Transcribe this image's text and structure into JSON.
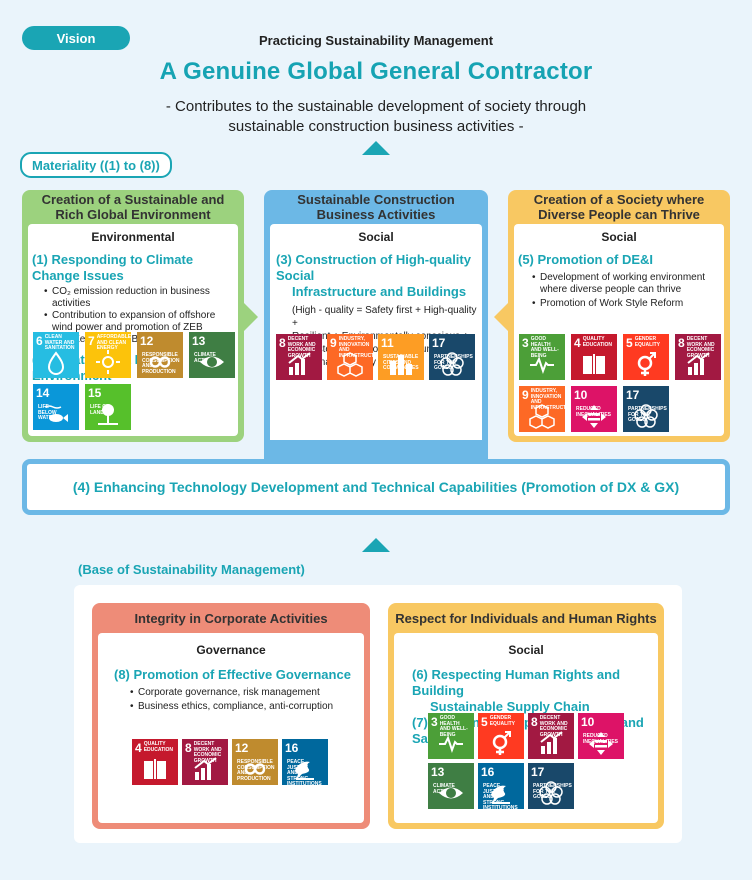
{
  "header": {
    "vision_label": "Vision",
    "practicing": "Practicing Sustainability Management",
    "title": "A Genuine Global General Contractor",
    "subtitle_line1": "- Contributes to the sustainable development of society through",
    "subtitle_line2": "sustainable construction business activities -"
  },
  "materiality_label": "Materiality ((1) to (8))",
  "blocks": {
    "environment": {
      "title_line1": "Creation of a Sustainable and",
      "title_line2": "Rich Global Environment",
      "category": "Environmental",
      "item1_title": "(1) Responding to Climate Change Issues",
      "item1_bullet1": "CO₂ emission reduction in business activities",
      "item1_bullet2_line1": "Contribution to expansion of offshore",
      "item1_bullet2_line2": "wind power and promotion of ZEB",
      "item1_bullet2_line3": "(Net Zero Energy Building)",
      "item2_title": "(2) Creation of a Rich Environment",
      "sdgs": [
        {
          "num": "6",
          "label": "Clean water and sanitation",
          "color": "#26bde2",
          "icon": "water-icon"
        },
        {
          "num": "7",
          "label": "Affordable and clean energy",
          "color": "#fcc30b",
          "icon": "sun-icon"
        },
        {
          "num": "12",
          "label": "Responsible consumption and production",
          "color": "#bf8b2e",
          "icon": "infinity-icon"
        },
        {
          "num": "13",
          "label": "Climate action",
          "color": "#3f7e44",
          "icon": "eye-globe-icon"
        },
        {
          "num": "14",
          "label": "Life below water",
          "color": "#0a97d9",
          "icon": "fish-icon"
        },
        {
          "num": "15",
          "label": "Life on land",
          "color": "#56c02b",
          "icon": "tree-icon"
        }
      ]
    },
    "construction": {
      "title_line1": "Sustainable Construction",
      "title_line2": "Business Activities",
      "category": "Social",
      "item_title_line1": "(3) Construction of High-quality Social",
      "item_title_line2": "Infrastructure and Buildings",
      "desc_line1": "(High - quality = Safety first + High-quality +",
      "desc_line2": "Resilient + Environmentally conscious +",
      "desc_line3": "Coexistence with local communities +",
      "desc_line4": "Sustainable supply chain)",
      "sdgs": [
        {
          "num": "8",
          "label": "Decent work and economic growth",
          "color": "#a21942",
          "icon": "growth-icon"
        },
        {
          "num": "9",
          "label": "Industry, innovation and infrastructure",
          "color": "#fd6925",
          "icon": "cubes-icon"
        },
        {
          "num": "11",
          "label": "Sustainable cities and communities",
          "color": "#fd9d24",
          "icon": "city-icon"
        },
        {
          "num": "17",
          "label": "Partnerships for the goals",
          "color": "#19486a",
          "icon": "flower-icon"
        }
      ]
    },
    "society": {
      "title_line1": "Creation of a Society where",
      "title_line2": "Diverse People can Thrive",
      "category": "Social",
      "item_title": "(5) Promotion of DE&I",
      "bullet1_line1": "Development of working environment",
      "bullet1_line2": "where diverse people can thrive",
      "bullet2": "Promotion of Work Style Reform",
      "sdgs": [
        {
          "num": "3",
          "label": "Good health and well-being",
          "color": "#4c9f38",
          "icon": "heartbeat-icon"
        },
        {
          "num": "4",
          "label": "Quality education",
          "color": "#c5192d",
          "icon": "book-icon"
        },
        {
          "num": "5",
          "label": "Gender equality",
          "color": "#ff3a21",
          "icon": "gender-icon"
        },
        {
          "num": "8",
          "label": "Decent work and economic growth",
          "color": "#a21942",
          "icon": "growth-icon"
        },
        {
          "num": "9",
          "label": "Industry, innovation and infrastructure",
          "color": "#fd6925",
          "icon": "cubes-icon"
        },
        {
          "num": "10",
          "label": "Reduced inequalities",
          "color": "#dd1367",
          "icon": "equality-icon"
        },
        {
          "num": "17",
          "label": "Partnerships for the goals",
          "color": "#19486a",
          "icon": "flower-icon"
        }
      ]
    }
  },
  "tech_bar": "(4) Enhancing Technology Development and Technical Capabilities (Promotion of DX & GX)",
  "base": {
    "label": "(Base of Sustainability Management)",
    "integrity": {
      "title": "Integrity in Corporate Activities",
      "category": "Governance",
      "item_title": "(8) Promotion of Effective Governance",
      "bullet1": "Corporate governance, risk management",
      "bullet2": "Business ethics, compliance, anti-corruption",
      "sdgs": [
        {
          "num": "4",
          "label": "Quality education",
          "color": "#c5192d",
          "icon": "book-icon"
        },
        {
          "num": "8",
          "label": "Decent work and economic growth",
          "color": "#a21942",
          "icon": "growth-icon"
        },
        {
          "num": "12",
          "label": "Responsible consumption and production",
          "color": "#bf8b2e",
          "icon": "infinity-icon"
        },
        {
          "num": "16",
          "label": "Peace, justice and strong institutions",
          "color": "#00689d",
          "icon": "dove-icon"
        }
      ]
    },
    "respect": {
      "title": "Respect for Individuals and Human Rights",
      "category": "Social",
      "item1_line1": "(6) Respecting Human Rights and Building",
      "item1_line2": "Sustainable Supply Chain",
      "item2": "(7) Ensuring Occupational Health and Safety",
      "sdgs": [
        {
          "num": "3",
          "label": "Good health and well-being",
          "color": "#4c9f38",
          "icon": "heartbeat-icon"
        },
        {
          "num": "5",
          "label": "Gender equality",
          "color": "#ff3a21",
          "icon": "gender-icon"
        },
        {
          "num": "8",
          "label": "Decent work and economic growth",
          "color": "#a21942",
          "icon": "growth-icon"
        },
        {
          "num": "10",
          "label": "Reduced inequalities",
          "color": "#dd1367",
          "icon": "equality-icon"
        },
        {
          "num": "13",
          "label": "Climate action",
          "color": "#3f7e44",
          "icon": "eye-globe-icon"
        },
        {
          "num": "16",
          "label": "Peace, justice and strong institutions",
          "color": "#00689d",
          "icon": "dove-icon"
        },
        {
          "num": "17",
          "label": "Partnerships for the goals",
          "color": "#19486a",
          "icon": "flower-icon"
        }
      ]
    }
  }
}
